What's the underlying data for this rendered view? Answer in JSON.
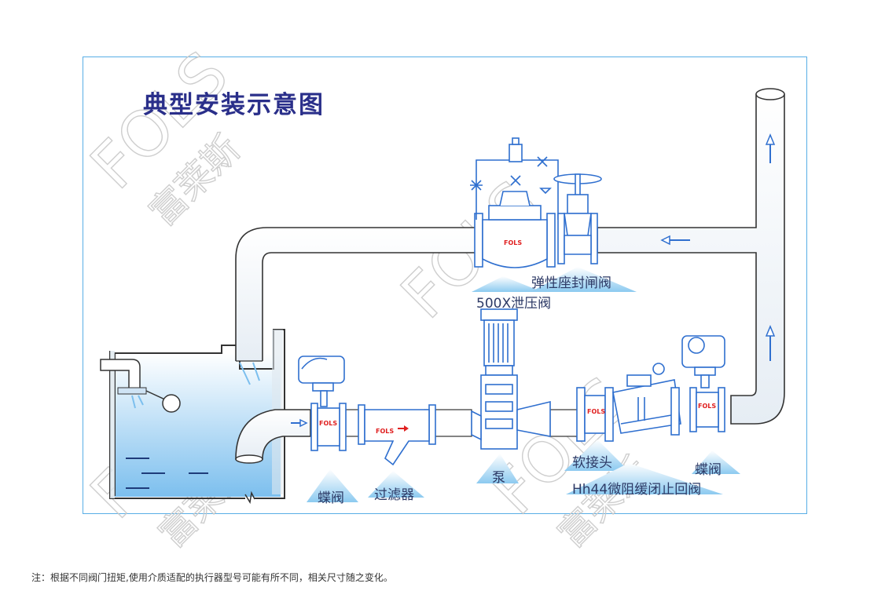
{
  "title": "典型安装示意图",
  "labels": {
    "gate_valve": "弹性座封闸阀",
    "relief_valve": "500X泄压阀",
    "pump": "泵",
    "flex_joint": "软接头",
    "check_valve": "Hh44微阻缓闭止回阀",
    "butterfly_left": "蝶阀",
    "butterfly_right": "蝶阀",
    "strainer": "过滤器"
  },
  "brand_marks": [
    "FOLS",
    "FOLS",
    "FOLS",
    "FOLS",
    "FOLS"
  ],
  "watermark": [
    "FOLS",
    "富莱斯"
  ],
  "note": "注：根据不同阀门扭矩,使用介质适配的执行器型号可能有所不同，相关尺寸随之变化。",
  "colors": {
    "frame": "#58aee6",
    "title": "#2a2f8a",
    "equipment": "#2f6fcf",
    "pipe_outline": "#333333",
    "water": "#8cc8ee",
    "brand_text": "#e02020"
  }
}
